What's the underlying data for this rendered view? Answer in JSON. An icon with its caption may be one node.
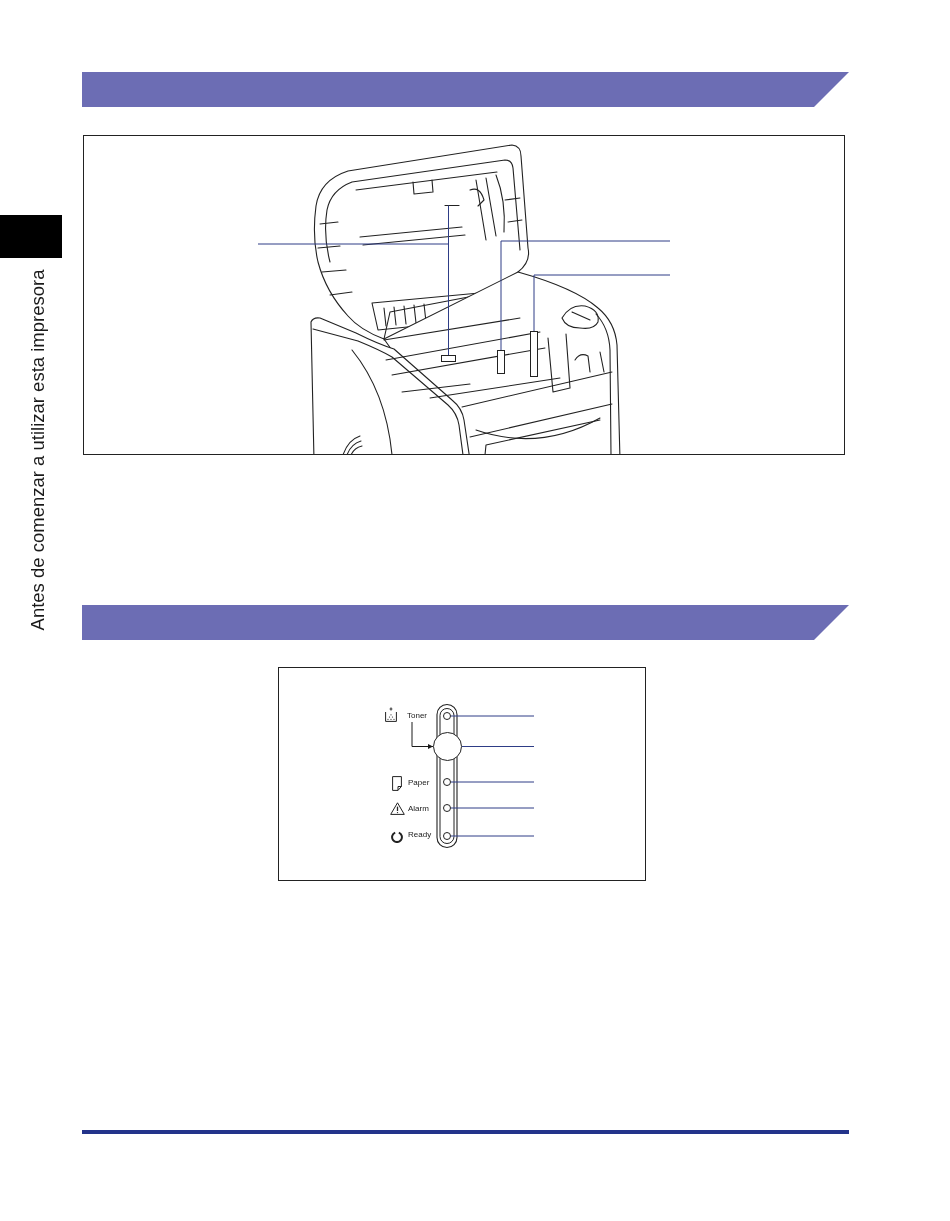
{
  "diagram": {
    "nodes": [
      {
        "text": [],
        "shape": "bar"
      },
      {
        "text": [],
        "shape": "box"
      },
      {
        "text": [],
        "shape": "box"
      },
      {
        "text": [],
        "shape": "box"
      },
      {
        "text": [],
        "shape": "bar"
      },
      {
        "text": [
          "Toner"
        ]
      },
      {
        "text": [],
        "shape": "circle"
      },
      {
        "text": [],
        "shape": "circle"
      },
      {
        "text": [],
        "shape": "circle"
      },
      {
        "text": [],
        "shape": "circle"
      },
      {
        "text": [],
        "shape": "circle"
      }
    ],
    "edges": [
      {
        "from": null,
        "to": 1,
        "arrow": "none"
      },
      {
        "from": null,
        "to": 2,
        "arrow": "none"
      },
      {
        "from": null,
        "to": 3,
        "arrow": "none"
      },
      {
        "from": 5,
        "to": 7,
        "arrow": "to",
        "color": "#1a1a1a"
      },
      {
        "from": null,
        "to": 6,
        "arrow": "none"
      },
      {
        "from": null,
        "to": 7,
        "arrow": "none"
      },
      {
        "from": null,
        "to": 8,
        "arrow": "none"
      },
      {
        "from": null,
        "to": 9,
        "arrow": "none"
      },
      {
        "from": null,
        "to": 10,
        "arrow": "none"
      }
    ],
    "labels": [
      "Antes de comenzar a utilizar esta impresora",
      "Paper",
      "Alarm",
      "Ready"
    ]
  }
}
